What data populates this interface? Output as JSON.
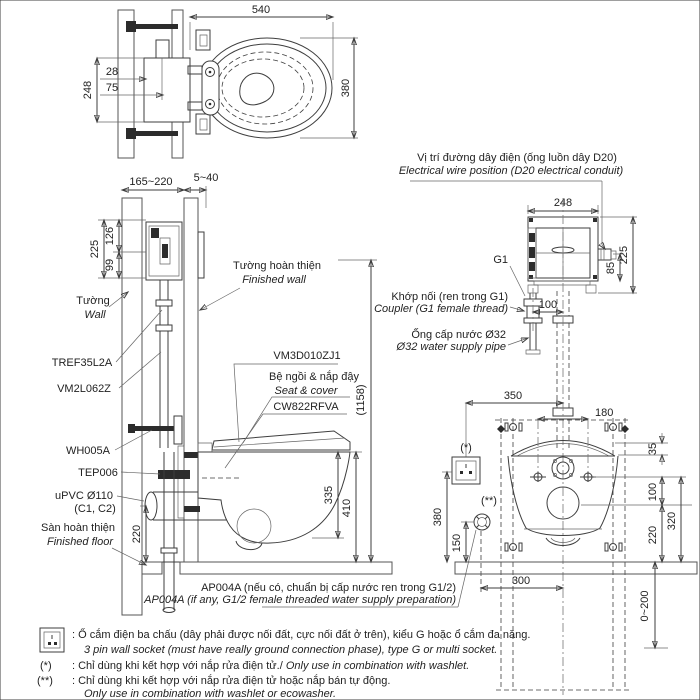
{
  "colors": {
    "line": "#3e3e3e",
    "hatch": "#9a9a9a",
    "text": "#222222",
    "background": "#ffffff"
  },
  "plan_view": {
    "dim_540": "540",
    "dim_380": "380",
    "dim_28": "28",
    "dim_75": "75",
    "dim_248": "248"
  },
  "section_view": {
    "dim_cavity": "165~220",
    "dim_finish": "5~40",
    "dim_225": "225",
    "dim_126": "126",
    "dim_99": "99",
    "dim_220": "220",
    "dim_335": "335",
    "dim_410": "410",
    "dim_1158": "(1158)",
    "wall_vi": "Tường",
    "wall_en": "Wall",
    "finished_wall_vi": "Tường hoàn thiện",
    "finished_wall_en": "Finished wall",
    "tank_code": "TREF35L2A",
    "flush_pipe_code": "VM2L062Z",
    "bracket_code": "WH005A",
    "gasket_code": "TEP006",
    "drain_line1": "uPVC Ø110",
    "drain_line2": "(C1, C2)",
    "floor_vi": "Sàn hoàn thiện",
    "floor_en": "Finished floor",
    "seat_kit_code": "VM3D010ZJ1",
    "seat_vi": "Bệ ngồi & nắp đậy",
    "seat_en": "Seat & cover",
    "bowl_code": "CW822RFVA",
    "ap004a_vi": "AP004A (nếu có, chuẩn bị cấp nước ren trong G1/2)",
    "ap004a_en": "AP004A (if any, G1/2 female threaded water supply preparation)"
  },
  "tank_view": {
    "title_vi": "Vị trí đường dây điện (ống luồn dây D20)",
    "title_en": "Electrical wire position (D20 electrical conduit)",
    "dim_248": "248",
    "dim_225": "225",
    "dim_85": "85",
    "dim_100": "100",
    "g1": "G1",
    "coupler_vi": "Khớp nối (ren trong G1)",
    "coupler_en": "Coupler (G1 female thread)",
    "supply_vi": "Ống cấp nước Ø32",
    "supply_en": "Ø32 water supply pipe"
  },
  "bowl_view": {
    "dim_350": "350",
    "dim_180": "180",
    "dim_35": "35",
    "dim_100": "100",
    "dim_320": "320",
    "dim_220": "220",
    "dim_380": "380",
    "dim_150": "150",
    "dim_300": "300",
    "dim_0_200": "0~200",
    "mark_socket": "(*)",
    "mark_supply": "(**)"
  },
  "notes": {
    "socket_vi": ": Ổ cắm điện ba chấu (dây phải được nối đất, cực nối đất ở trên), kiểu G hoặc ổ cắm đa năng.",
    "socket_en": "3 pin wall socket (must have really ground connection phase), type G or multi socket.",
    "mark1": "(*)",
    "note1_vi": ": Chỉ dùng khi kết hợp với nắp rửa điện tử./",
    "note1_en": " Only use in combination with washlet.",
    "mark2": "(**)",
    "note2_vi": ": Chỉ dùng khi kết hợp với nắp rửa điện tử hoặc nắp bán tự động.",
    "note2_en": "Only use in combination with washlet or ecowasher."
  }
}
